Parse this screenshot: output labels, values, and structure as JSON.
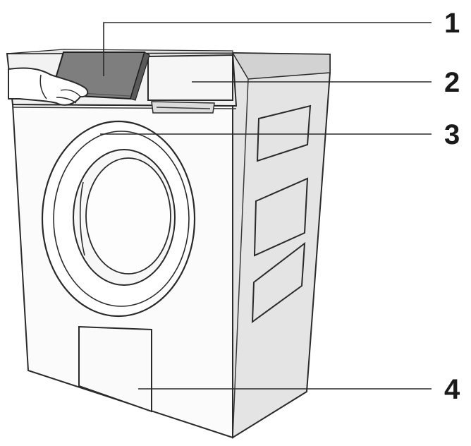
{
  "callouts": [
    {
      "label": "1"
    },
    {
      "label": "2"
    },
    {
      "label": "3"
    },
    {
      "label": "4"
    }
  ],
  "colors": {
    "line": "#2a2a2a",
    "front": "#fbfbfb",
    "side": "#e3e3e3",
    "panel_dark": "#7e7e7e",
    "top_light": "#eeeeee"
  }
}
